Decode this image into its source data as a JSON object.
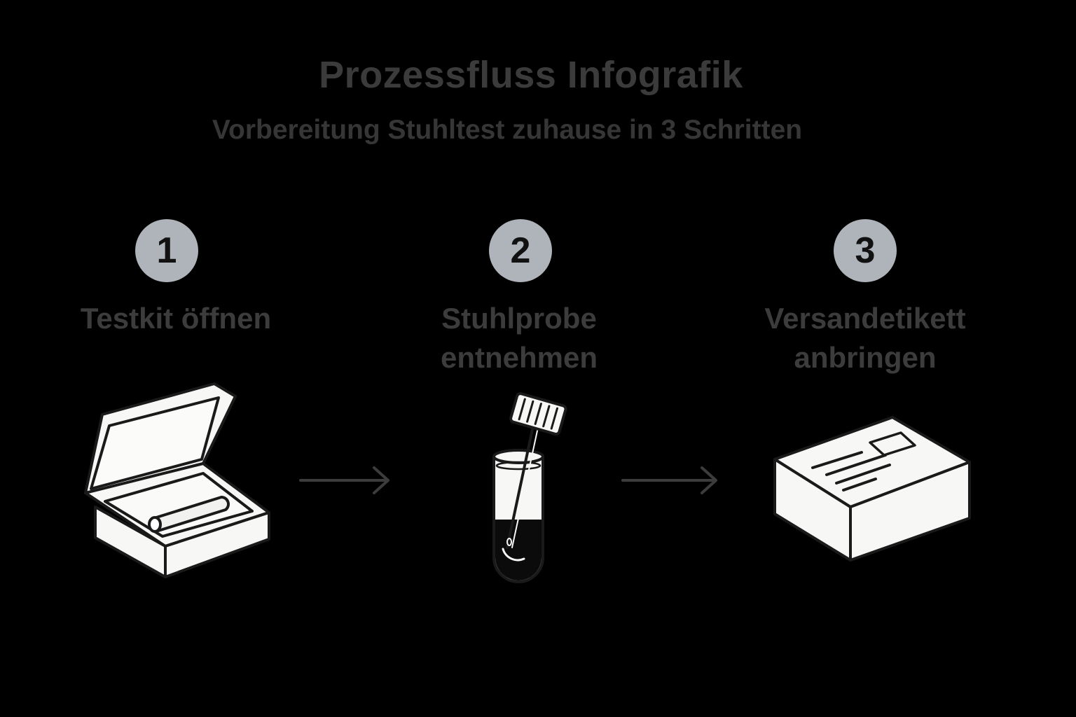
{
  "title": "Prozessfluss Infografik",
  "subtitle": "Vorbereitung Stuhltest zuhause in 3 Schritten",
  "steps": [
    {
      "number": "1",
      "label_lines": [
        "Testkit öffnen"
      ],
      "icon": "open-box-icon"
    },
    {
      "number": "2",
      "label_lines": [
        "Stuhlprobe",
        "entnehmen"
      ],
      "icon": "test-tube-icon"
    },
    {
      "number": "3",
      "label_lines": [
        "Versandetikett",
        "anbringen"
      ],
      "icon": "shipping-package-icon"
    }
  ],
  "colors": {
    "background": "#000000",
    "text": "#3b3b3b",
    "badge": "#aeb4ba",
    "illustration_fill": "#f7f7f5",
    "illustration_stroke": "#1a1a1a",
    "arrow": "#3c3c3c"
  }
}
